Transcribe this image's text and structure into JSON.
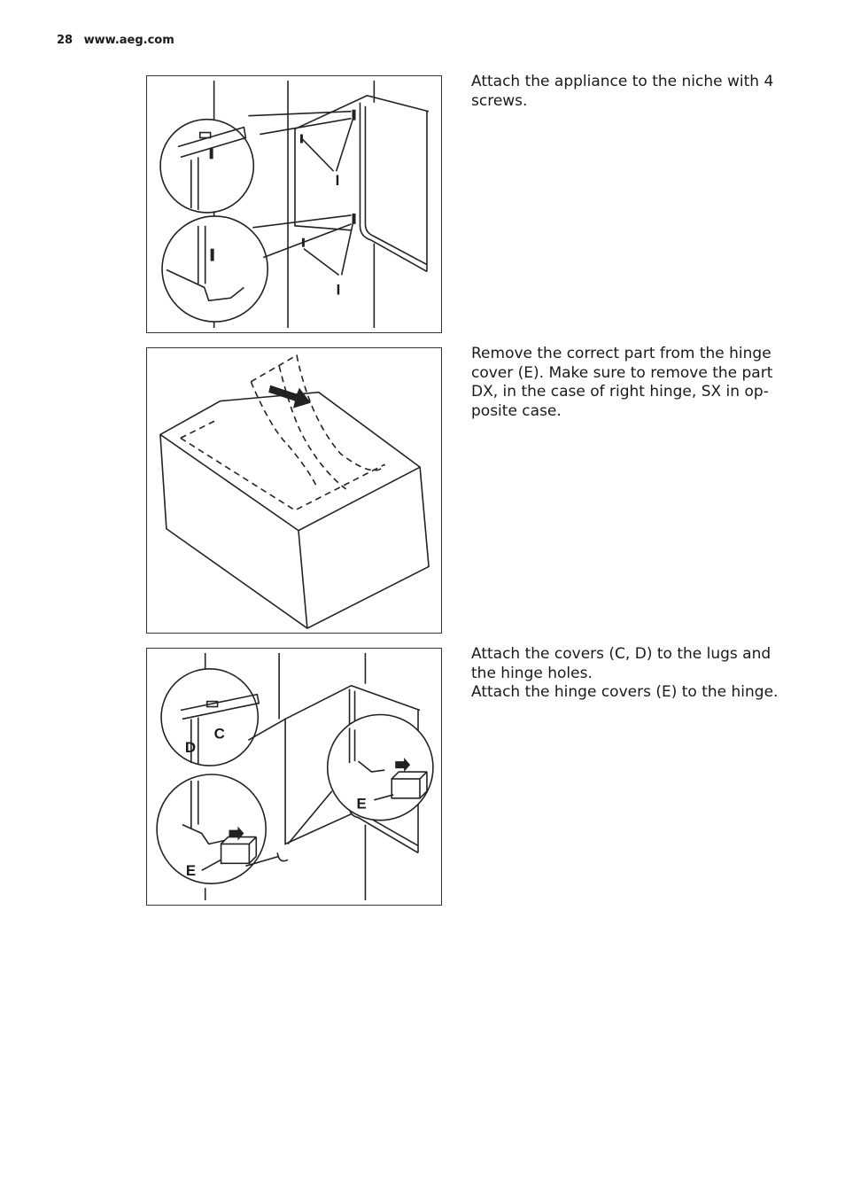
{
  "header": {
    "page_number": "28",
    "website": "www.aeg.com"
  },
  "steps": [
    {
      "text": "Attach the appliance to the niche with 4 screws.",
      "labels": [
        "I",
        "I"
      ]
    },
    {
      "text": "Remove the correct part from the hinge cover (E). Make sure to remove the part DX, in the case of right hinge, SX in op-posite case."
    },
    {
      "text_line1": "Attach the covers (C, D) to the lugs and the hinge holes.",
      "text_line2": "Attach the hinge covers (E) to the hinge.",
      "labels": {
        "c": "C",
        "d": "D",
        "e1": "E",
        "e2": "E"
      }
    }
  ]
}
